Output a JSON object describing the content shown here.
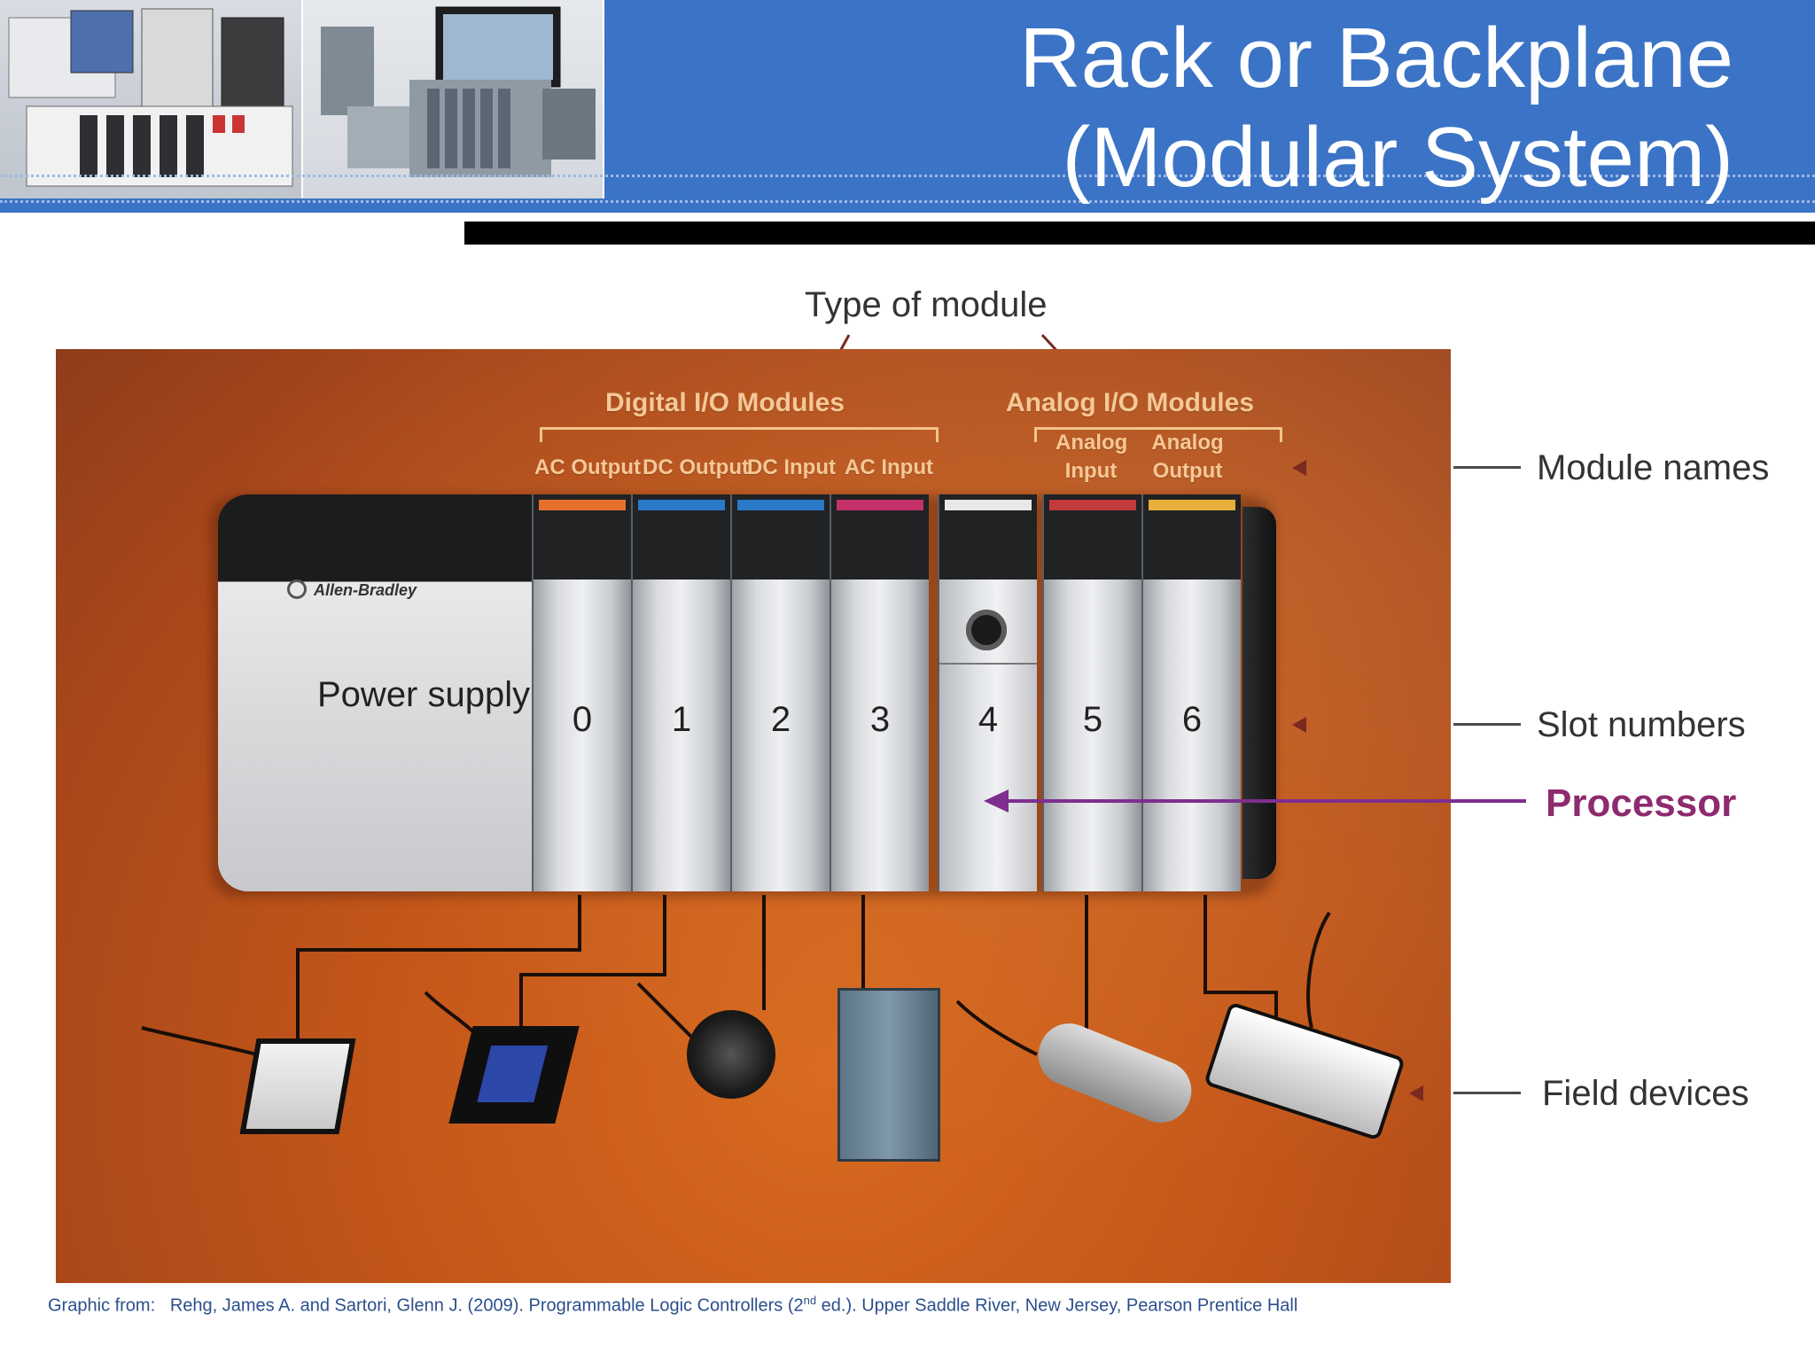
{
  "header": {
    "title_line1": "Rack or Backplane",
    "title_line2": "(Modular System)"
  },
  "diagram": {
    "type_label": "Type of module",
    "group_digital": "Digital I/O Modules",
    "group_analog": "Analog I/O Modules",
    "module_names": [
      "AC Output",
      "DC Output",
      "DC Input",
      "AC Input",
      "",
      "Analog Input",
      "Analog Output"
    ],
    "power_brand": "Allen-Bradley",
    "power_label": "Power supply",
    "slots": [
      "0",
      "1",
      "2",
      "3",
      "4",
      "5",
      "6"
    ],
    "side_labels": {
      "module_names": "Module names",
      "slot_numbers": "Slot numbers",
      "processor": "Processor",
      "field_devices": "Field devices"
    },
    "colors": {
      "header_blue": "#3b73c6",
      "processor_purple": "#8e2a6e",
      "band_orange": "#e5702c",
      "band_blue": "#2a78c8",
      "band_magenta": "#c4306a",
      "band_red": "#c23a3a",
      "band_yellow": "#e7b03a"
    }
  },
  "caption": {
    "prefix": "Graphic from:",
    "text_a": "Rehg, James A. and Sartori, Glenn J. (2009). Programmable Logic Controllers (2",
    "sup": "nd",
    "text_b": " ed.). Upper Saddle River, New Jersey, Pearson Prentice Hall"
  }
}
